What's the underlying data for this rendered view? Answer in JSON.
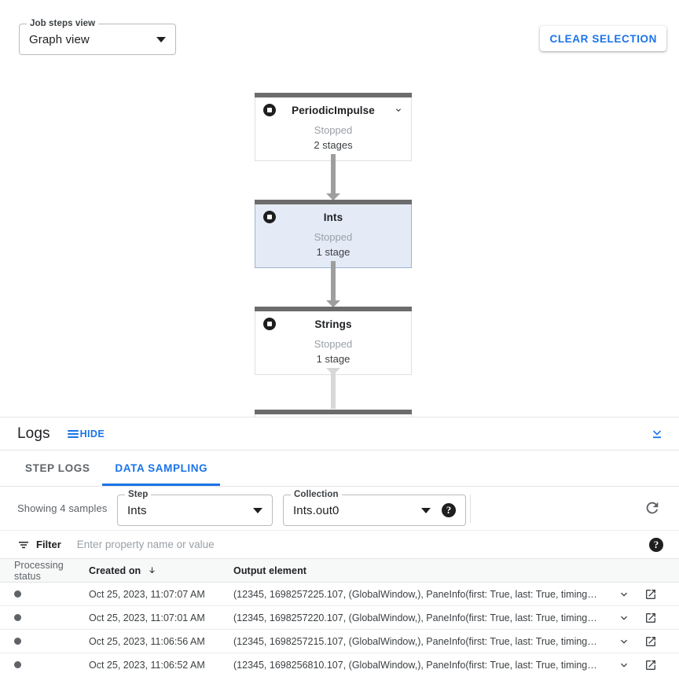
{
  "toolbar": {
    "job_steps_view": {
      "legend": "Job steps view",
      "value": "Graph view"
    },
    "clear_selection_label": "CLEAR SELECTION"
  },
  "graph": {
    "nodes": [
      {
        "name": "PeriodicImpulse",
        "status": "Stopped",
        "stages": "2 stages",
        "selected": false,
        "has_chevron": true
      },
      {
        "name": "Ints",
        "status": "Stopped",
        "stages": "1 stage",
        "selected": true,
        "has_chevron": false
      },
      {
        "name": "Strings",
        "status": "Stopped",
        "stages": "1 stage",
        "selected": false,
        "has_chevron": false
      }
    ]
  },
  "logs": {
    "title": "Logs",
    "hide_label": "HIDE",
    "tabs": [
      {
        "label": "STEP LOGS",
        "active": false
      },
      {
        "label": "DATA SAMPLING",
        "active": true
      }
    ]
  },
  "sampling": {
    "showing_text": "Showing 4 samples",
    "step": {
      "legend": "Step",
      "value": "Ints"
    },
    "collection": {
      "legend": "Collection",
      "value": "Ints.out0"
    },
    "help_glyph": "?"
  },
  "filter": {
    "label": "Filter",
    "placeholder": "Enter property name or value",
    "value": "",
    "help_glyph": "?"
  },
  "table": {
    "columns": {
      "status": "Processing status",
      "created": "Created on",
      "output": "Output element"
    },
    "rows": [
      {
        "created": "Oct 25, 2023, 11:07:07 AM",
        "output": "(12345, 1698257225.107, (GlobalWindow,), PaneInfo(first: True, last: True, timing…"
      },
      {
        "created": "Oct 25, 2023, 11:07:01 AM",
        "output": "(12345, 1698257220.107, (GlobalWindow,), PaneInfo(first: True, last: True, timing…"
      },
      {
        "created": "Oct 25, 2023, 11:06:56 AM",
        "output": "(12345, 1698257215.107, (GlobalWindow,), PaneInfo(first: True, last: True, timing…"
      },
      {
        "created": "Oct 25, 2023, 11:06:52 AM",
        "output": "(12345, 1698256810.107, (GlobalWindow,), PaneInfo(first: True, last: True, timing…"
      }
    ]
  },
  "colors": {
    "accent": "#1a73e8",
    "selected_node_bg": "#e4ebf7",
    "node_topbar": "#6c6c6c",
    "status_dot": "#5f6368"
  }
}
